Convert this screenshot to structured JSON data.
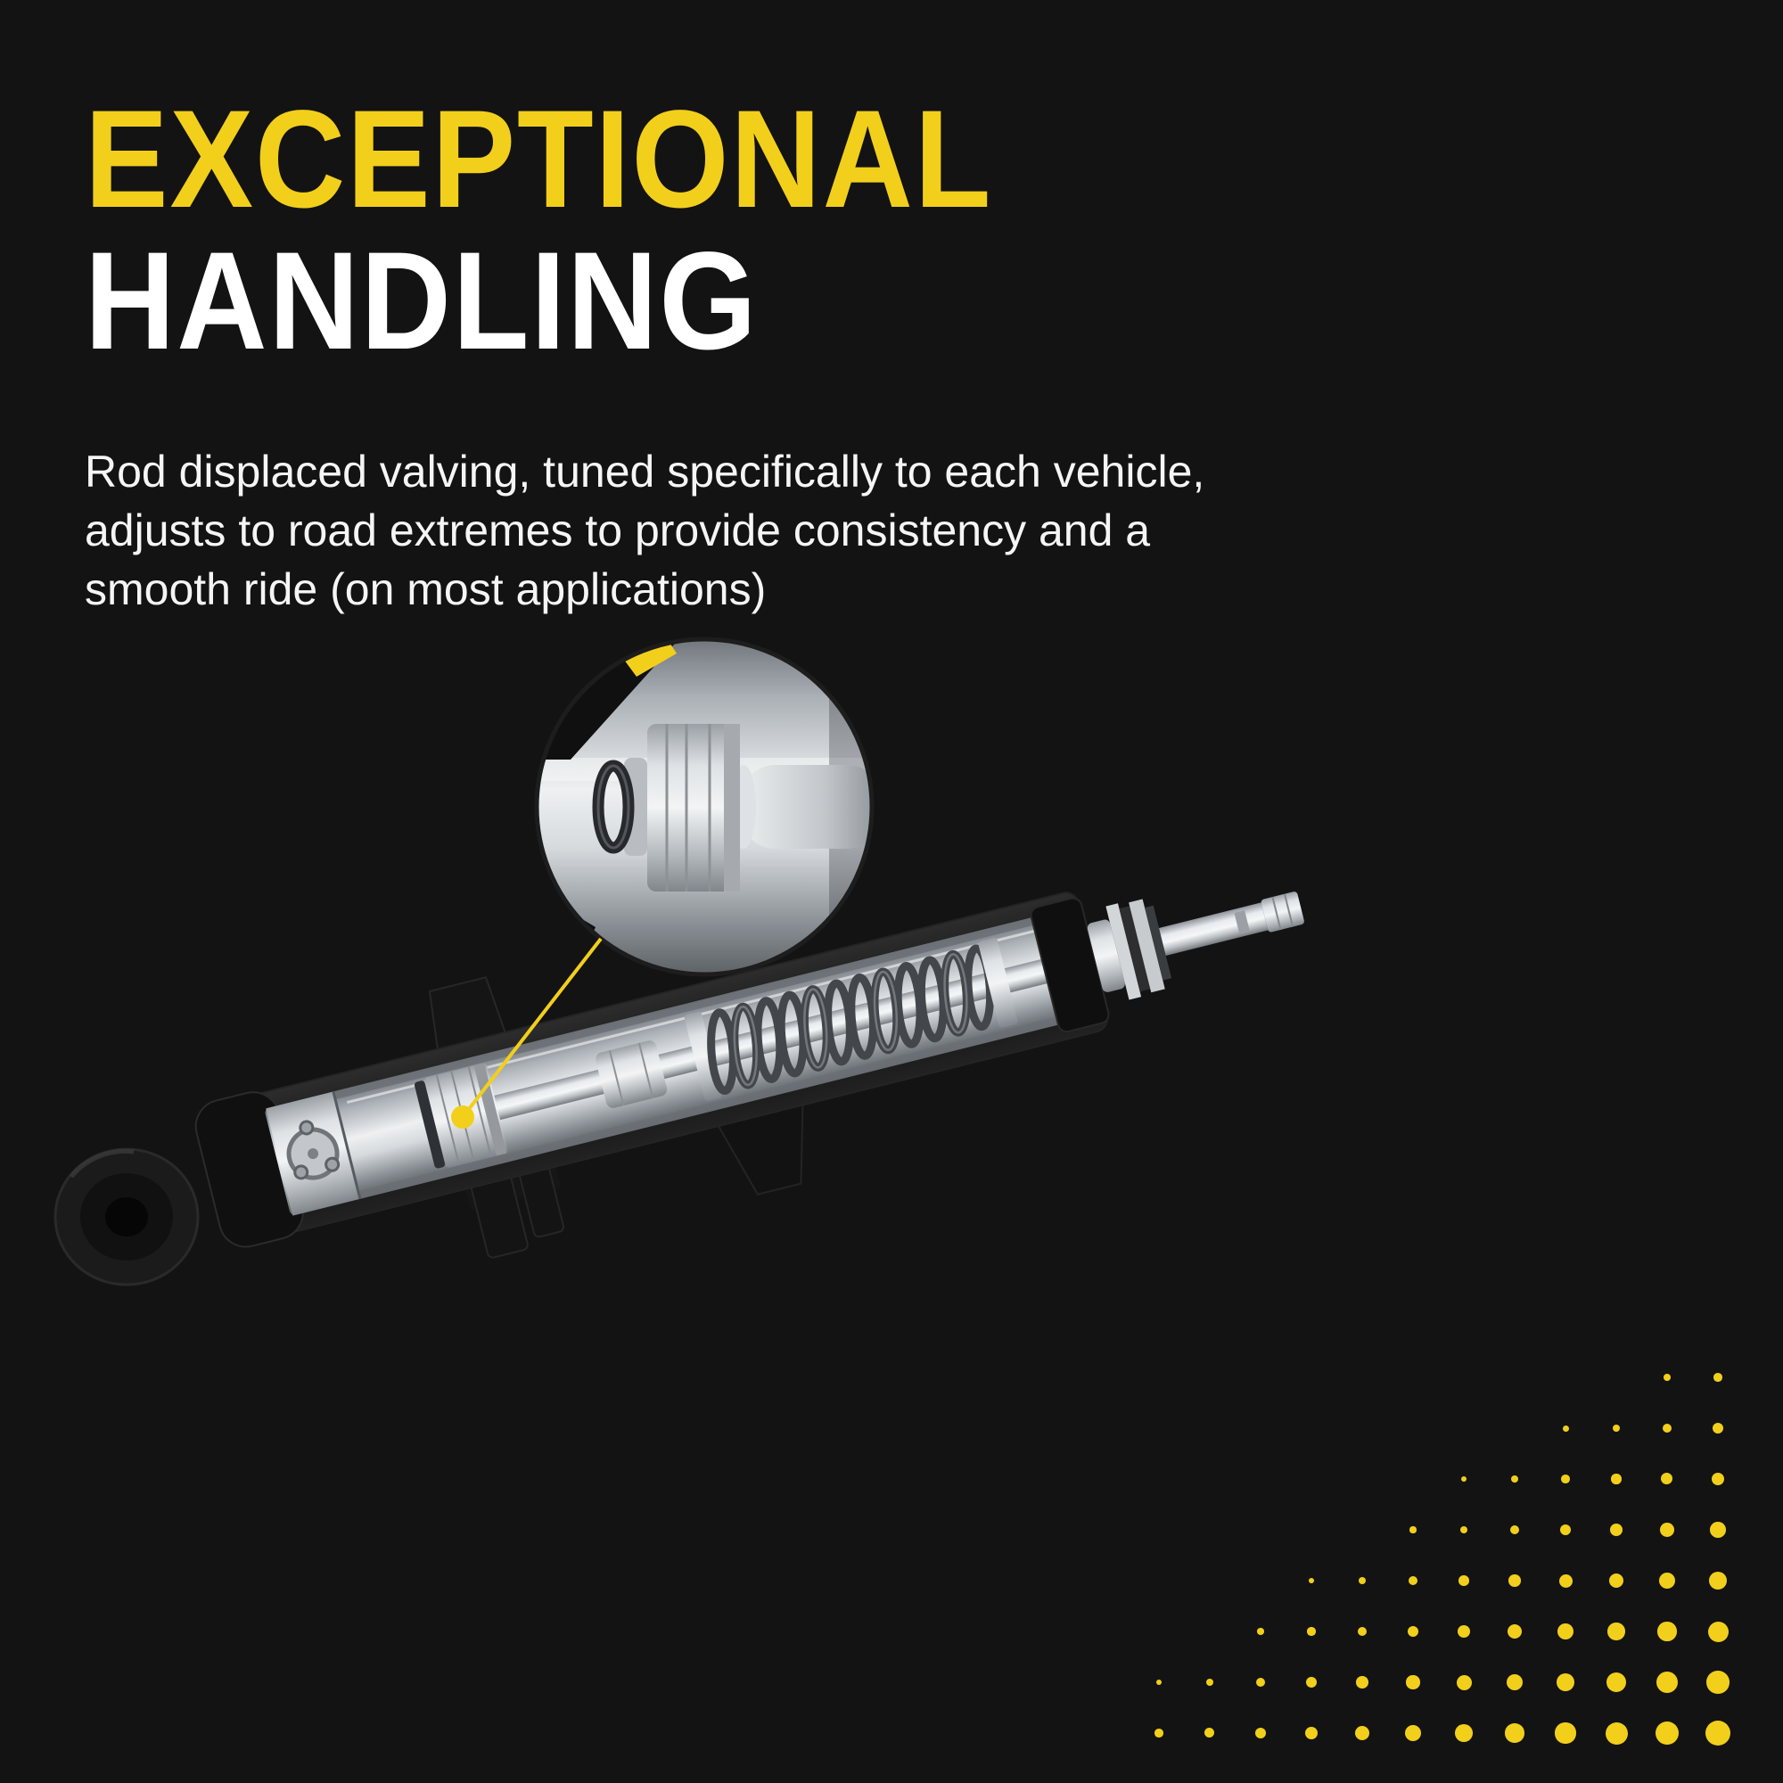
{
  "colors": {
    "accent": "#F2CF1B",
    "bg": "#131313",
    "headline_secondary": "#FFFFFF",
    "body_text": "#F5F5F5"
  },
  "headline": {
    "line1": "EXCEPTIONAL",
    "line2": "HANDLING"
  },
  "body": {
    "text": "Rod displaced valving, tuned specifically to each vehicle,\nadjusts to road extremes to provide consistency and a\nsmooth ride (on most applications)"
  }
}
